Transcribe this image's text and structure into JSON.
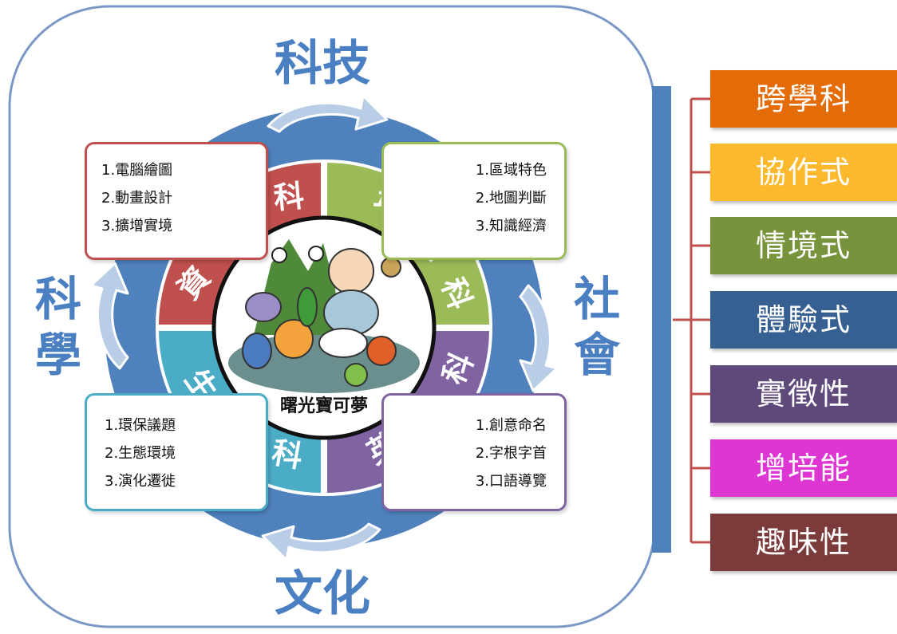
{
  "outer": {
    "top": "科技",
    "bottom": "文化",
    "left": "科學",
    "right": "社會"
  },
  "subjects": {
    "info": {
      "name": "資訊科",
      "color": "#c0504d",
      "items": [
        "1.電腦繪圖",
        "2.動畫設計",
        "3.擴增實境"
      ]
    },
    "geo": {
      "name": "地理科",
      "color": "#9bbb59",
      "items": [
        "1.區域特色",
        "2.地圖判斷",
        "3.知識經濟"
      ]
    },
    "bio": {
      "name": "生物科",
      "color": "#4bacc6",
      "items": [
        "1.環保議題",
        "2.生態環境",
        "3.演化遷徙"
      ]
    },
    "eng": {
      "name": "英文科",
      "color": "#8064a2",
      "items": [
        "1.創意命名",
        "2.字根字首",
        "3.口語導覽"
      ]
    }
  },
  "center": {
    "label": "曙光寶可夢"
  },
  "tags": [
    {
      "label": "跨學科",
      "color": "#e36c09"
    },
    {
      "label": "協作式",
      "color": "#fdb92d"
    },
    {
      "label": "情境式",
      "color": "#77933c"
    },
    {
      "label": "體驗式",
      "color": "#366092"
    },
    {
      "label": "實徵性",
      "color": "#5f497a"
    },
    {
      "label": "增培能",
      "color": "#de36d2"
    },
    {
      "label": "趣味性",
      "color": "#7b3b3b"
    }
  ],
  "colors": {
    "frame": "#7a98c6",
    "ring": "#4f81bd",
    "arrow": "#b9cde6",
    "outer_text": "#4a7fc1",
    "bar": "#4f81bd",
    "connector": "#c0504d"
  }
}
